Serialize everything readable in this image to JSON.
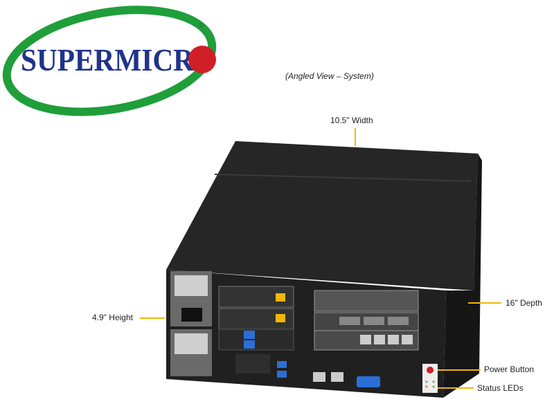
{
  "logo": {
    "text": "SUPERMICR",
    "registered": "®",
    "colors": {
      "ring": "#1f9e3a",
      "text": "#20338a",
      "dot": "#d11f26"
    }
  },
  "caption": "(Angled View – System)",
  "dimensions": {
    "width": "10.5\" Width",
    "height": "4.9\" Height",
    "depth": "16\" Depth"
  },
  "callouts": {
    "power_button": "Power Button",
    "status_leds": "Status LEDs"
  },
  "colors": {
    "leader": "#f2b705",
    "chassis": "#1e1e1e"
  }
}
